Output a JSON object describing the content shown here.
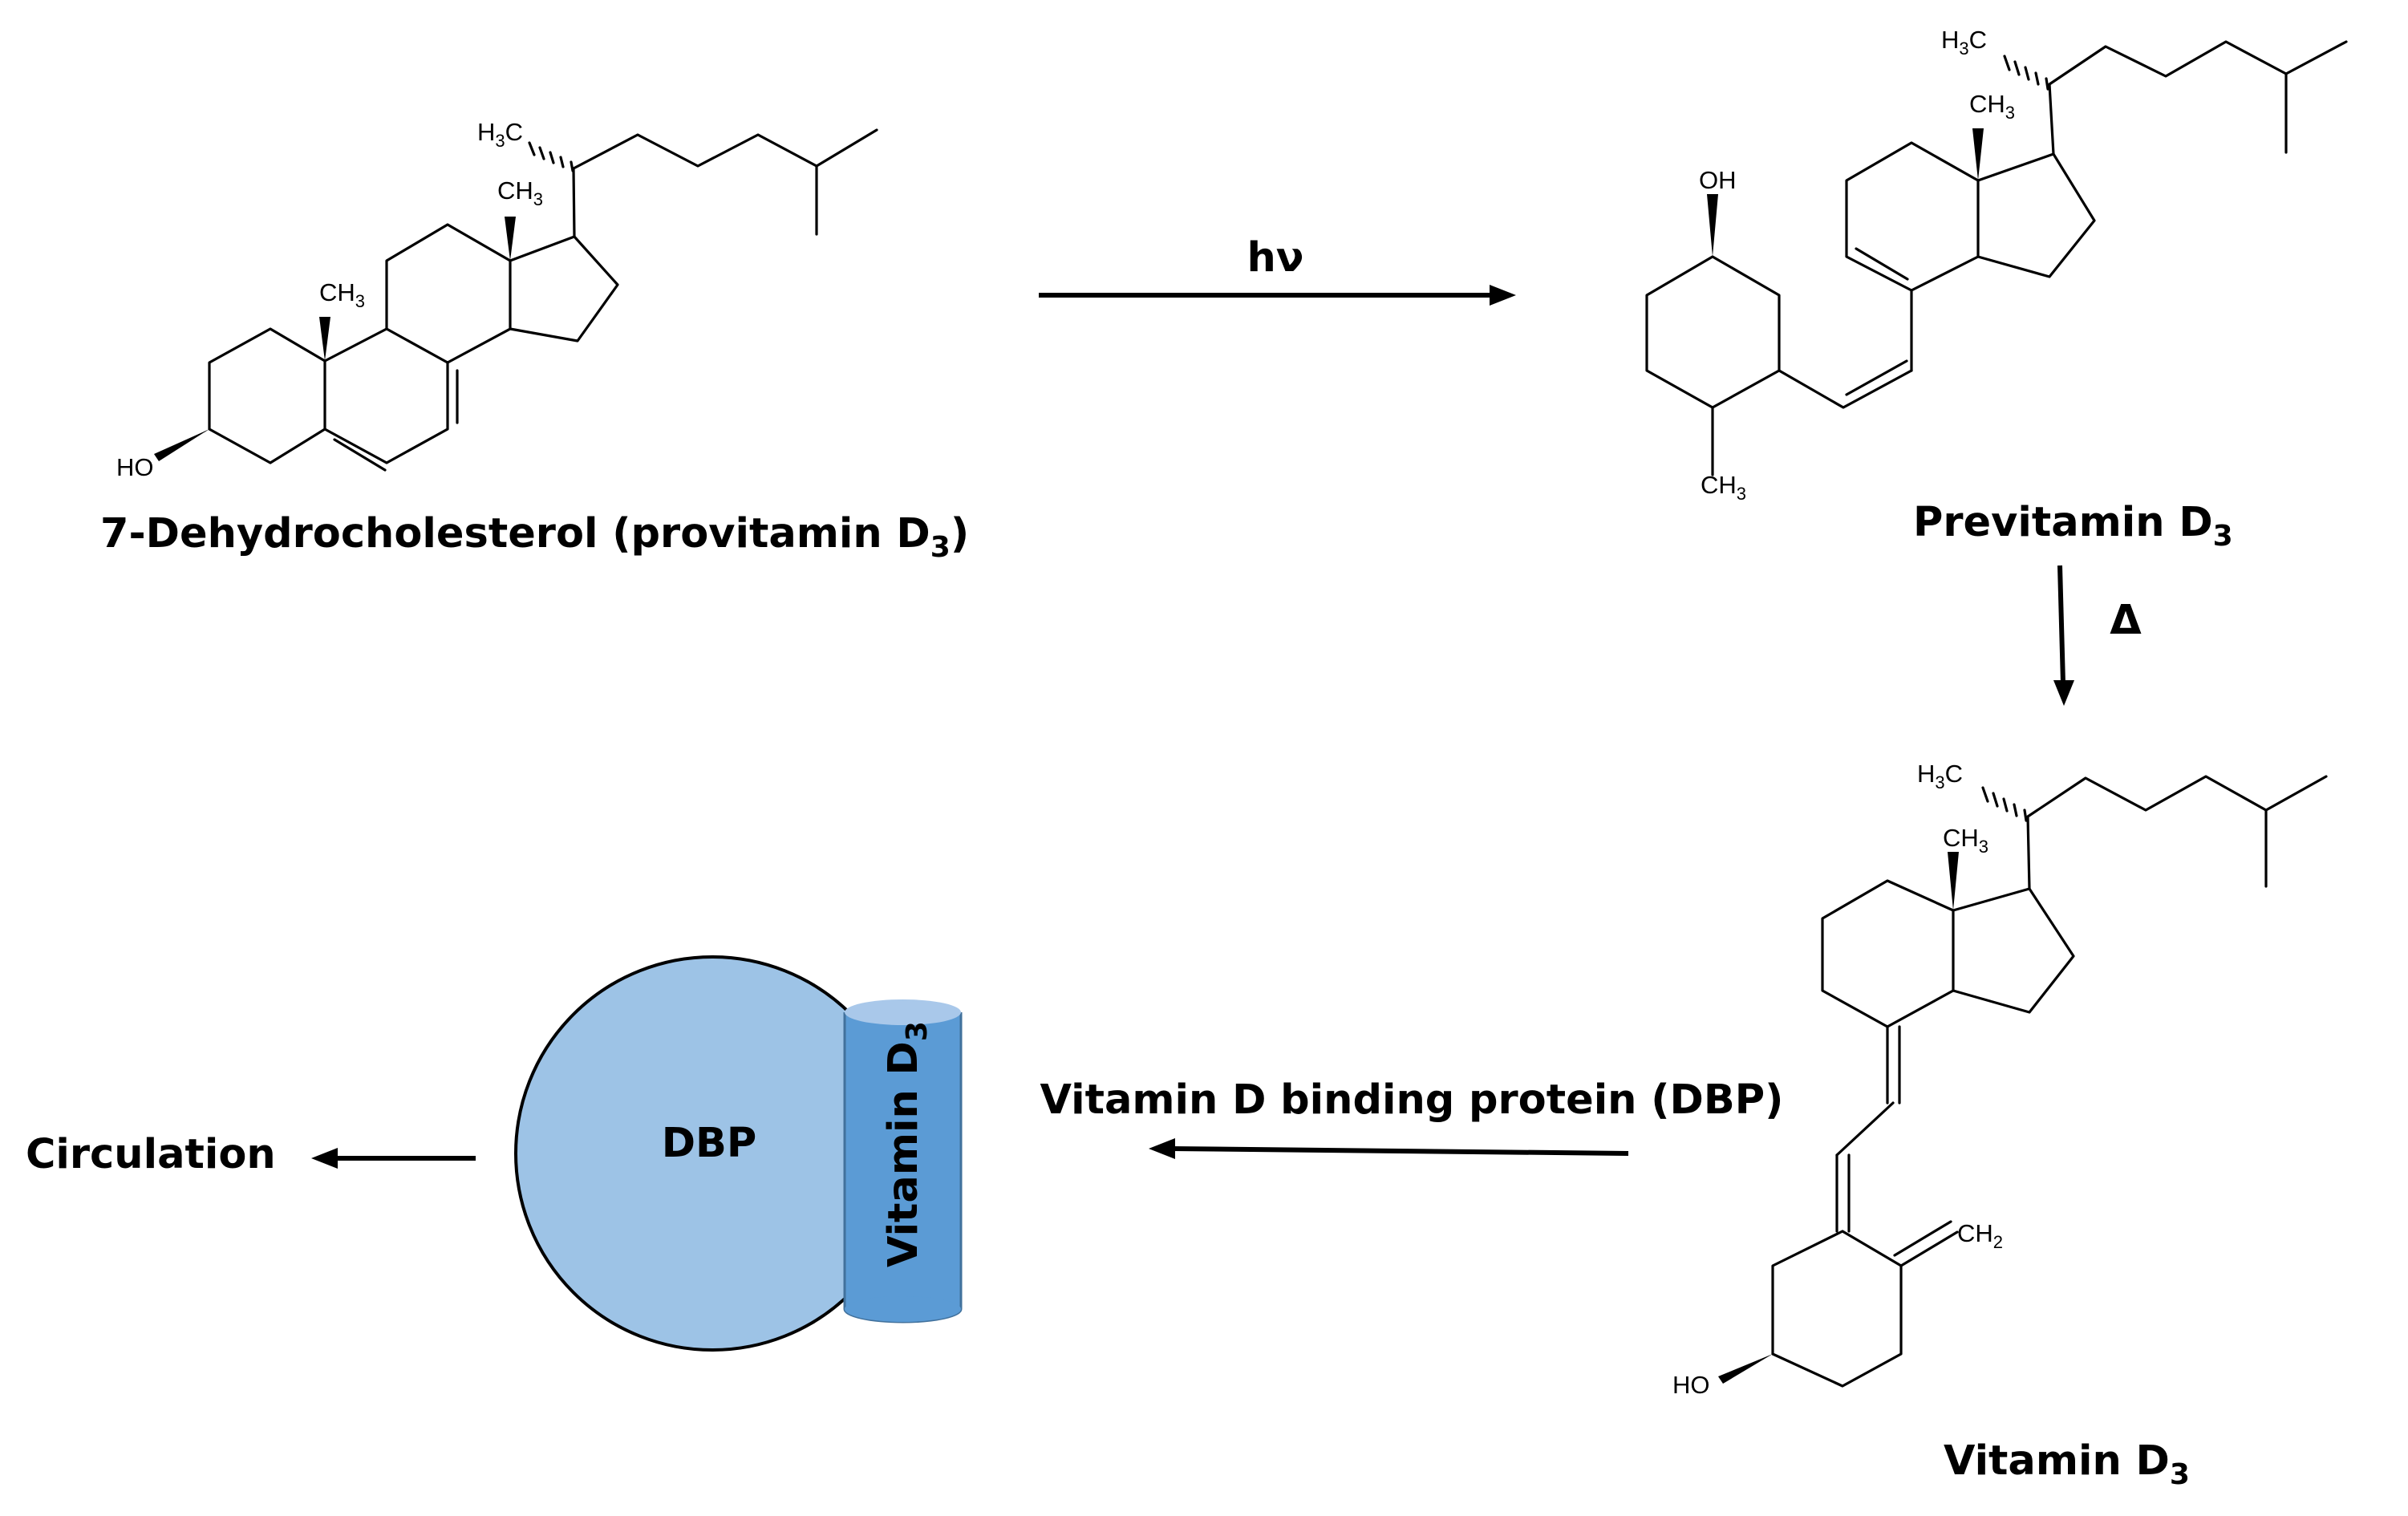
{
  "compounds": {
    "c1": {
      "name": "7-Dehydrocholesterol (provitamin D",
      "sub": "3",
      "tail": ")"
    },
    "c2": {
      "name": "Previtamin D",
      "sub": "3"
    },
    "c3": {
      "name": "Vitamin D",
      "sub": "3"
    }
  },
  "atoms": {
    "ho": "HO",
    "oh": "OH",
    "h3c": {
      "main": "H",
      "sub": "3",
      "tail": "C"
    },
    "ch3": {
      "main": "CH",
      "sub": "3"
    },
    "ch2": {
      "main": "CH",
      "sub": "2"
    }
  },
  "steps": {
    "hv": "hν",
    "delta": "Δ",
    "binding": "Vitamin D binding protein (DBP)",
    "circulation": "Circulation"
  },
  "complex": {
    "protein": "DBP",
    "ligand": {
      "main": "Vitamin D",
      "sub": "3"
    }
  },
  "colors": {
    "protein_fill": "#9dc3e6",
    "cylinder_fill": "#5b9bd5",
    "cylinder_top": "#a9c8ea",
    "cylinder_stroke": "#41719c"
  }
}
